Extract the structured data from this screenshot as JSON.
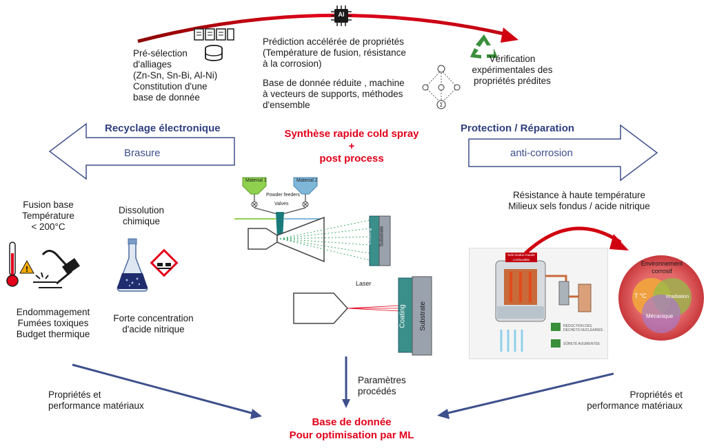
{
  "top": {
    "ai_chip": "AI",
    "preselection": [
      "Pré-sélection",
      "d'alliages",
      "(Zn-Sn, Sn-Bi, Al-Ni)",
      "Constitution d'une",
      "base de donnée"
    ],
    "prediction": [
      "Prédiction accélérée de propriétés",
      "(Température de fusion, résistance",
      "à la corrosion)"
    ],
    "ml_methods": [
      "Base de donnée réduite , machine",
      "à vecteurs de supports, méthodes",
      "d'ensemble"
    ],
    "verification": [
      "Vérification",
      "expérimentales des",
      "propriétés prédites"
    ]
  },
  "left": {
    "title": "Recyclage électronique",
    "arrow_label": "Brasure",
    "fusion": [
      "Fusion base",
      "Température",
      "< 200°C"
    ],
    "dissolution": [
      "Dissolution",
      "chimique"
    ],
    "damage": [
      "Endommagement",
      "Fumées toxiques",
      "Budget thermique"
    ],
    "acid": [
      "Forte concentration",
      "d'acide nitrique"
    ],
    "properties": [
      "Propriétés et",
      "performance matériaux"
    ]
  },
  "center": {
    "title": [
      "Synthèse rapide cold spray",
      "+",
      "post process"
    ],
    "material1": "Material 1",
    "material2": "Material 2",
    "powder_feeders": "Powder feeders",
    "valves": "Valves",
    "coating": "Coating",
    "substrate": "Substrate",
    "laser": "Laser",
    "params": [
      "Paramètres",
      "procédés"
    ],
    "database": [
      "Base de donnée",
      "Pour optimisation par ML"
    ]
  },
  "right": {
    "title": "Protection / Réparation",
    "arrow_label": "anti-corrosion",
    "resistance": [
      "Résistance à haute température",
      "Milieux sels fondus / acide nitrique"
    ],
    "venn_title": [
      "Environnement",
      "corrosif"
    ],
    "venn_labels": [
      "T °C",
      "Irradiation",
      "Mécanique"
    ],
    "reactor_labels": [
      "Sels fondus chauds",
      "combustible"
    ],
    "reactor_notes": [
      "RÉDUCTION DES DÉCHETS NUCLÉAIRES",
      "SÛRETÉ AUGMENTÉE"
    ],
    "properties": [
      "Propriétés et",
      "performance matériaux"
    ]
  },
  "colors": {
    "red": "#e2001a",
    "blue": "#2f3f7f",
    "arrow_stroke": "#3d4f8c",
    "recycle_green": "#3a8f3a"
  }
}
